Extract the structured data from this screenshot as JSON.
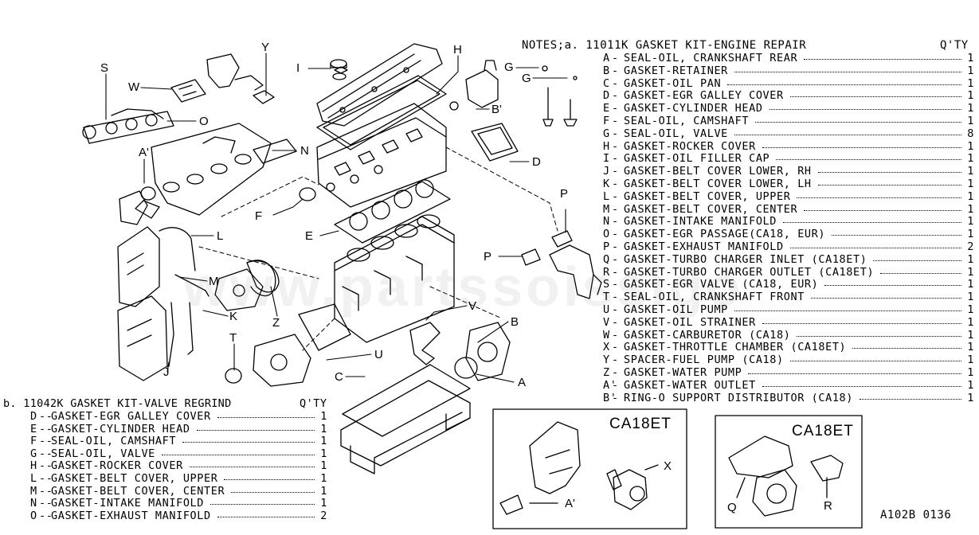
{
  "notes": {
    "title": "NOTES;a. 11011K GASKET KIT-ENGINE REPAIR",
    "qty_header": "Q'TY",
    "items": [
      {
        "code": "A",
        "desc": "SEAL-OIL, CRANKSHAFT REAR",
        "qty": "1"
      },
      {
        "code": "B",
        "desc": "GASKET-RETAINER",
        "qty": "1"
      },
      {
        "code": "C",
        "desc": "GASKET-OIL PAN",
        "qty": "1"
      },
      {
        "code": "D",
        "desc": "GASKET-EGR GALLEY COVER",
        "qty": "1"
      },
      {
        "code": "E",
        "desc": "GASKET-CYLINDER HEAD",
        "qty": "1"
      },
      {
        "code": "F",
        "desc": "SEAL-OIL, CAMSHAFT",
        "qty": "1"
      },
      {
        "code": "G",
        "desc": "SEAL-OIL, VALVE",
        "qty": "8"
      },
      {
        "code": "H",
        "desc": "GASKET-ROCKER COVER",
        "qty": "1"
      },
      {
        "code": "I",
        "desc": "GASKET-OIL FILLER CAP",
        "qty": "1"
      },
      {
        "code": "J",
        "desc": "GASKET-BELT COVER LOWER, RH",
        "qty": "1"
      },
      {
        "code": "K",
        "desc": "GASKET-BELT COVER LOWER, LH",
        "qty": "1"
      },
      {
        "code": "L",
        "desc": "GASKET-BELT COVER, UPPER",
        "qty": "1"
      },
      {
        "code": "M",
        "desc": "GASKET-BELT COVER, CENTER",
        "qty": "1"
      },
      {
        "code": "N",
        "desc": "GASKET-INTAKE MANIFOLD",
        "qty": "1"
      },
      {
        "code": "O",
        "desc": "GASKET-EGR PASSAGE(CA18, EUR)",
        "qty": "1"
      },
      {
        "code": "P",
        "desc": "GASKET-EXHAUST MANIFOLD",
        "qty": "2"
      },
      {
        "code": "Q",
        "desc": "GASKET-TURBO CHARGER INLET (CA18ET)",
        "qty": "1"
      },
      {
        "code": "R",
        "desc": "GASKET-TURBO CHARGER OUTLET (CA18ET)",
        "qty": "1"
      },
      {
        "code": "S",
        "desc": "GASKET-EGR VALVE (CA18, EUR)",
        "qty": "1"
      },
      {
        "code": "T",
        "desc": "SEAL-OIL, CRANKSHAFT FRONT",
        "qty": "1"
      },
      {
        "code": "U",
        "desc": "GASKET-OIL PUMP",
        "qty": "1"
      },
      {
        "code": "V",
        "desc": "GASKET-OIL STRAINER",
        "qty": "1"
      },
      {
        "code": "W",
        "desc": "GASKET-CARBURETOR (CA18)",
        "qty": "1"
      },
      {
        "code": "X",
        "desc": "GASKET-THROTTLE CHAMBER (CA18ET)",
        "qty": "1"
      },
      {
        "code": "Y",
        "desc": "SPACER-FUEL PUMP (CA18)",
        "qty": "1"
      },
      {
        "code": "Z",
        "desc": "GASKET-WATER PUMP",
        "qty": "1"
      },
      {
        "code": "A'",
        "desc": "GASKET-WATER OUTLET",
        "qty": "1"
      },
      {
        "code": "B'",
        "desc": "RING-O SUPPORT DISTRIBUTOR (CA18)",
        "qty": "1"
      }
    ]
  },
  "kit_b": {
    "title": "b. 11042K GASKET KIT-VALVE REGRIND",
    "qty_header": "Q'TY",
    "items": [
      {
        "code": "D",
        "desc": "GASKET-EGR GALLEY COVER",
        "qty": "1"
      },
      {
        "code": "E",
        "desc": "GASKET-CYLINDER HEAD",
        "qty": "1"
      },
      {
        "code": "F",
        "desc": "SEAL-OIL, CAMSHAFT",
        "qty": "1"
      },
      {
        "code": "G",
        "desc": "SEAL-OIL, VALVE",
        "qty": "1"
      },
      {
        "code": "H",
        "desc": "GASKET-ROCKER COVER",
        "qty": "1"
      },
      {
        "code": "L",
        "desc": "GASKET-BELT COVER, UPPER",
        "qty": "1"
      },
      {
        "code": "M",
        "desc": "GASKET-BELT COVER, CENTER",
        "qty": "1"
      },
      {
        "code": "N",
        "desc": "GASKET-INTAKE MANIFOLD",
        "qty": "1"
      },
      {
        "code": "O",
        "desc": "GASKET-EXHAUST MANIFOLD",
        "qty": "2"
      }
    ]
  },
  "callouts": {
    "S": "S",
    "W": "W",
    "Y": "Y",
    "I": "I",
    "H": "H",
    "G1": "G",
    "G2": "G",
    "Bp": "B'",
    "O": "O",
    "Ap": "A'",
    "N": "N",
    "D": "D",
    "F": "F",
    "E": "E",
    "L": "L",
    "P1": "P",
    "P2": "P",
    "M": "M",
    "K": "K",
    "Z": "Z",
    "V": "V",
    "B": "B",
    "T": "T",
    "U": "U",
    "J": "J",
    "C": "C",
    "A": "A"
  },
  "inset1": {
    "title": "CA18ET",
    "x": "X",
    "ap": "A'"
  },
  "inset2": {
    "title": "CA18ET",
    "q": "Q",
    "r": "R"
  },
  "ref": "A102B 0136",
  "watermark": "www.partssoissigo"
}
